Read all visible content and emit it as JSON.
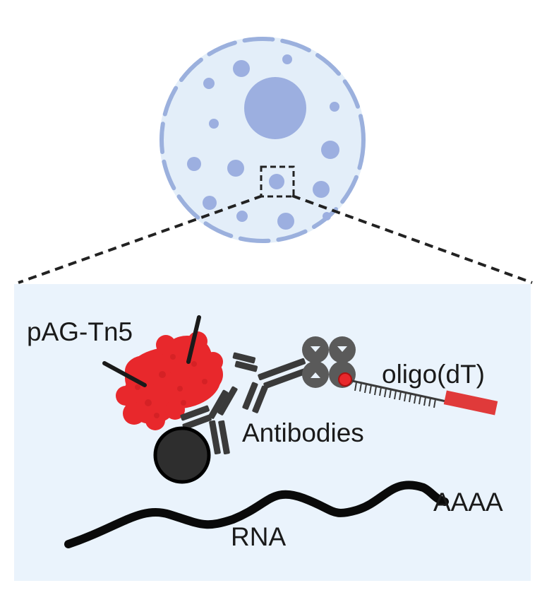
{
  "labels": {
    "pag_tn5": "pAG-Tn5",
    "oligo_dt": "oligo(dT)",
    "antibodies": "Antibodies",
    "rna": "RNA",
    "poly_a": "AAAA"
  },
  "colors": {
    "cell_fill": "#e3eef9",
    "cell_outline": "#9bb0dd",
    "granule": "#9cafe0",
    "panel_fill": "#eaf3fc",
    "tn5": "#e8282c",
    "antibody": "#3a3a3a",
    "bead": "#2e2e2e",
    "oligo_tag": "#e03a3a",
    "rna": "#0a0a0a"
  }
}
